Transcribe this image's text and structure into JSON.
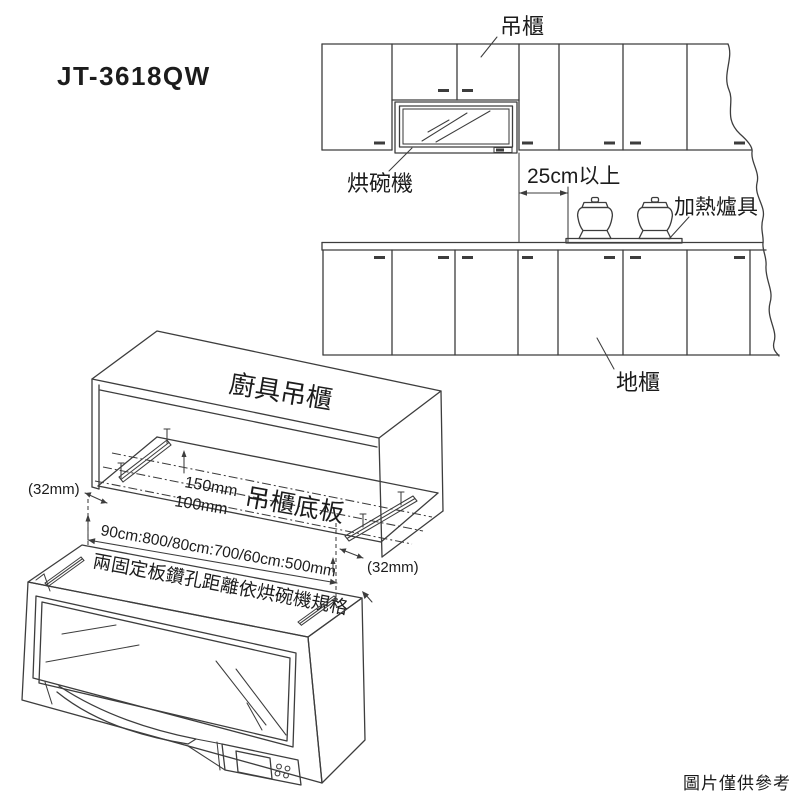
{
  "colors": {
    "ink": "#3d3d3d",
    "text": "#1c1c1c",
    "watermark": "#b0b0b0"
  },
  "header": {
    "model": "JT-3618QW"
  },
  "front_view": {
    "hanging_cabinet_label": "吊櫃",
    "dish_dryer_label": "烘碗機",
    "clearance_label": "25cm以上",
    "stove_label": "加熱爐具",
    "floor_cabinet_label": "地櫃"
  },
  "iso_view": {
    "cabinet_label": "廚具吊櫃",
    "bottom_board_label": "吊櫃底板",
    "depth_150_label": "150mm",
    "depth_100_label": "100mm",
    "offset_left_label": "(32mm)",
    "offset_right_label": "(32mm)",
    "width_spec_label": "90cm:800/80cm:700/60cm:500mm",
    "drill_note_label": "兩固定板鑽孔距離依烘碗機規格"
  },
  "footer": {
    "watermark": "圖片僅供參考"
  }
}
